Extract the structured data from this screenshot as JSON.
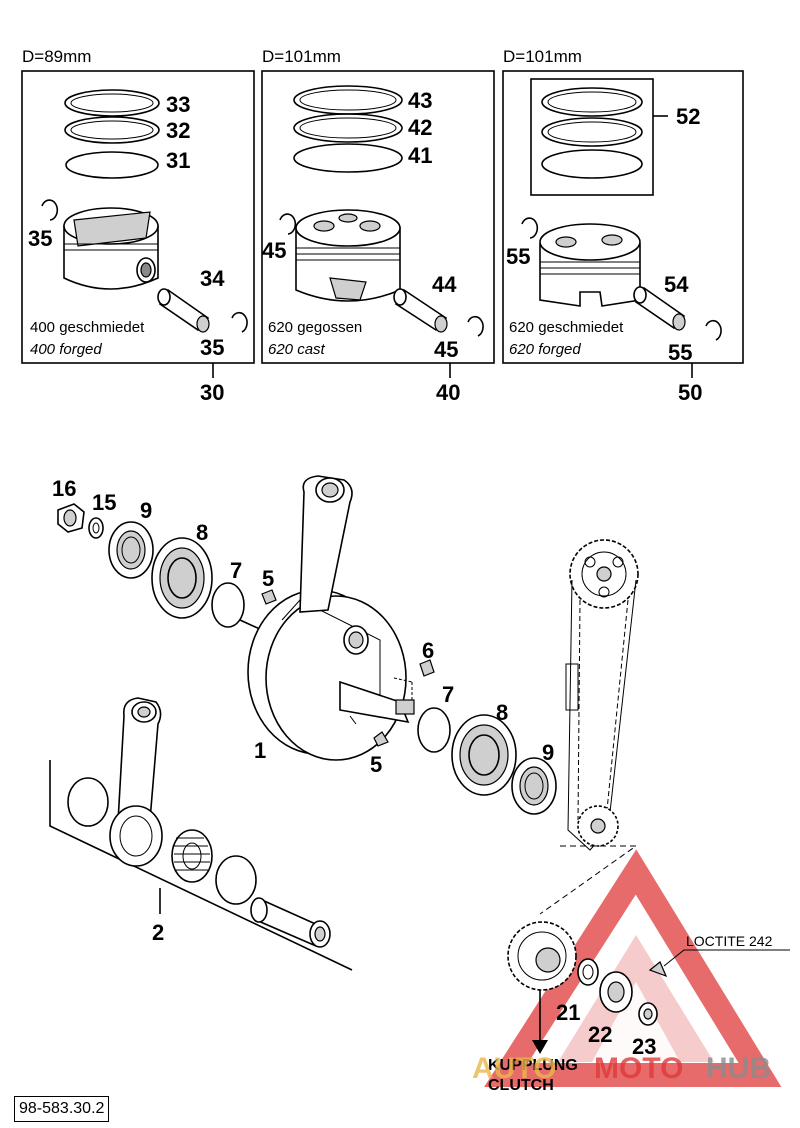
{
  "panels": [
    {
      "diameter": "D=89mm",
      "labels": {
        "ring_a": "33",
        "ring_b": "32",
        "ring_c": "31",
        "clip_top": "35",
        "pin": "34",
        "clip_bottom": "35"
      },
      "caption_de": "400 geschmiedet",
      "caption_en": "400 forged",
      "callout": "30"
    },
    {
      "diameter": "D=101mm",
      "labels": {
        "ring_a": "43",
        "ring_b": "42",
        "ring_c": "41",
        "clip_top": "45",
        "pin": "44",
        "clip_bottom": "45"
      },
      "caption_de": "620 gegossen",
      "caption_en": "620 cast",
      "callout": "40"
    },
    {
      "diameter": "D=101mm",
      "labels": {
        "ring_set": "52",
        "clip_top": "55",
        "pin": "54",
        "clip_bottom": "55"
      },
      "caption_de": "620 geschmiedet",
      "caption_en": "620 forged",
      "callout": "50"
    }
  ],
  "crank_labels": {
    "nut": "16",
    "washer": "15",
    "seal_left": "9",
    "bearing_left": "8",
    "shim_left": "7",
    "key_left": "5",
    "crankshaft": "1",
    "key_right_top": "6",
    "shim_right": "7",
    "bearing_right": "8",
    "seal_right": "9",
    "key_right_bottom": "5",
    "conrod_kit": "2"
  },
  "gear_labels": {
    "gear": "21",
    "hub": "22",
    "screw": "23"
  },
  "loctite": "LOCTITE 242",
  "clutch_de": "KUPPLUNG",
  "clutch_en": "CLUTCH",
  "drawing_code": "98-583.30.2",
  "watermark": {
    "part1": "AUTO",
    "part2": "MOTO",
    "part3": "HUB",
    "color_red": "#e03a3a",
    "color_grey": "#8c8c8c"
  }
}
